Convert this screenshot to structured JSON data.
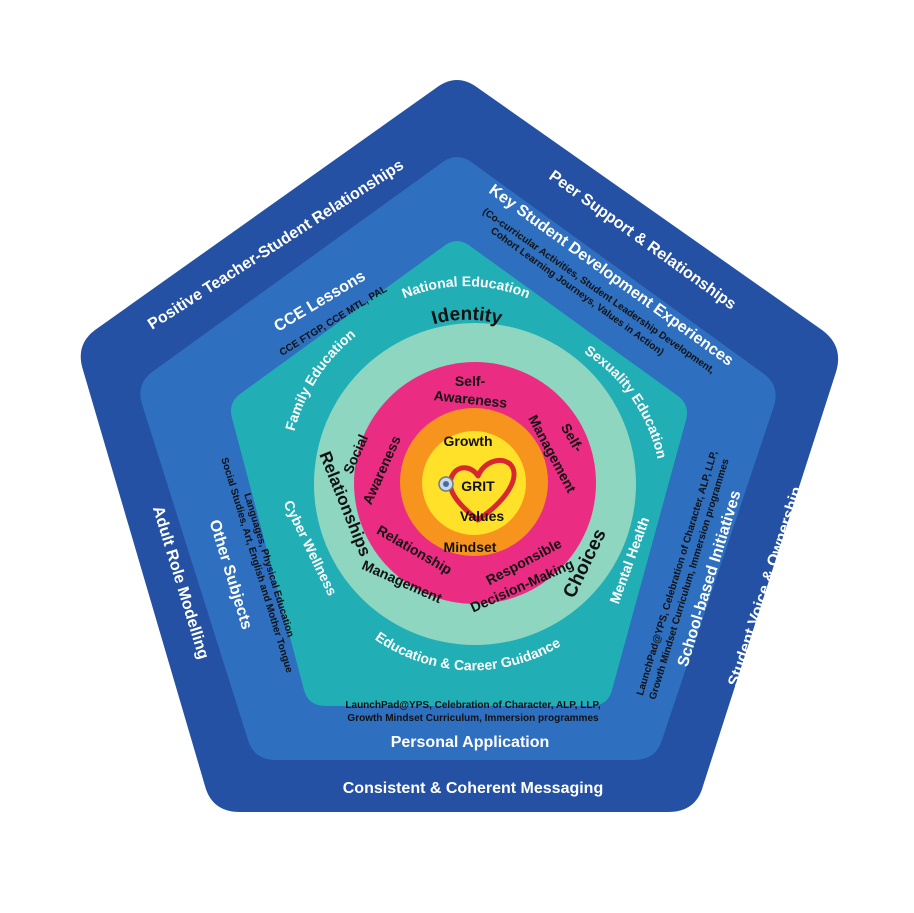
{
  "colors": {
    "outer": "#2451a3",
    "layer2": "#2e6fc0",
    "layer3": "#22aeb5",
    "mint": "#8ed6c0",
    "pink": "#ea2c82",
    "orange": "#f7941d",
    "yellow": "#ffe12a",
    "heart": "#d7282f"
  },
  "outer_layer": {
    "top_left": "Positive Teacher-Student Relationships",
    "top_right": "Peer Support & Relationships",
    "left": "Adult Role Modelling",
    "right": "Student Voice & Ownership",
    "bottom": "Consistent & Coherent Messaging"
  },
  "second_layer": {
    "cce_title": "CCE Lessons",
    "cce_sub": "CCE FTGP, CCE MTL, PAL",
    "ksde_title": "Key Student Development Experiences",
    "ksde_sub1": "(Co-curricular Activities, Student Leadership Development,",
    "ksde_sub2": "Cohort Learning Journeys, Values in Action)",
    "other_title": "Other Subjects",
    "other_sub1": "Social Studies, Art, English and Mother Tongue",
    "other_sub2": "Languages, Physical Education",
    "sbi_title": "School-based Initiatives",
    "sbi_sub1": "LaunchPad@YPS, Celebration of Character, ALP, LLP,",
    "sbi_sub2": "Growth Mindset Curriculum, Immersion programmes",
    "pa_sub1": "LaunchPad@YPS, Celebration of Character, ALP, LLP,",
    "pa_sub2": "Growth Mindset Curriculum, Immersion programmes",
    "pa_title": "Personal Application"
  },
  "third_layer": {
    "national": "National Education",
    "sexuality": "Sexuality Education",
    "mental": "Mental Health",
    "career": "Education & Career Guidance",
    "cyber": "Cyber Wellness",
    "family": "Family Education"
  },
  "mint_ring": {
    "identity": "Identity",
    "relationships": "Relationships",
    "choices": "Choices"
  },
  "pink_ring": {
    "self_awareness_1": "Self-",
    "self_awareness_2": "Awareness",
    "self_management_1": "Self-",
    "self_management_2": "Management",
    "social_awareness_1": "Social",
    "social_awareness_2": "Awareness",
    "relationship_mgmt_1": "Relationship",
    "relationship_mgmt_2": "Management",
    "responsible_1": "Responsible",
    "responsible_2": "Decision-Making"
  },
  "core": {
    "growth": "Growth",
    "mindset": "Mindset",
    "grit": "GRIT",
    "values": "Values"
  }
}
